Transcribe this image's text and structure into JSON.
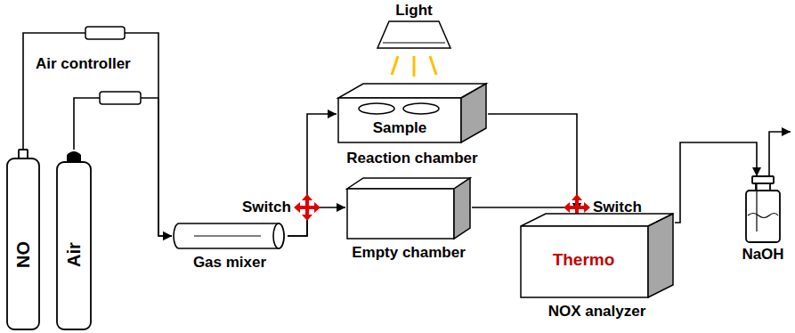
{
  "diagram": {
    "nodes": [
      {
        "text": [
          "NO"
        ]
      },
      {
        "text": [
          "Air"
        ]
      },
      {
        "text": [
          "Gas mixer"
        ]
      },
      {
        "text": [
          "Light"
        ]
      },
      {
        "text": [
          "Sample",
          "Reaction chamber"
        ]
      },
      {
        "text": [
          "Empty chamber"
        ]
      },
      {
        "text": [
          "Thermo",
          "NOX analyzer"
        ]
      },
      {
        "text": [
          "NaOH"
        ]
      }
    ],
    "edges": [
      {
        "from": 0,
        "to": 2,
        "arrow": "to"
      },
      {
        "from": 1,
        "to": 2,
        "arrow": "to"
      },
      {
        "from": 2,
        "to": 4,
        "arrow": "to"
      },
      {
        "from": 2,
        "to": 5,
        "arrow": "to"
      },
      {
        "from": 4,
        "to": 6,
        "arrow": "to"
      },
      {
        "from": 5,
        "to": 6,
        "arrow": "to"
      },
      {
        "from": 6,
        "to": 7,
        "arrow": "to"
      }
    ],
    "labels": [
      "Air controller",
      "Switch",
      "Switch"
    ]
  }
}
